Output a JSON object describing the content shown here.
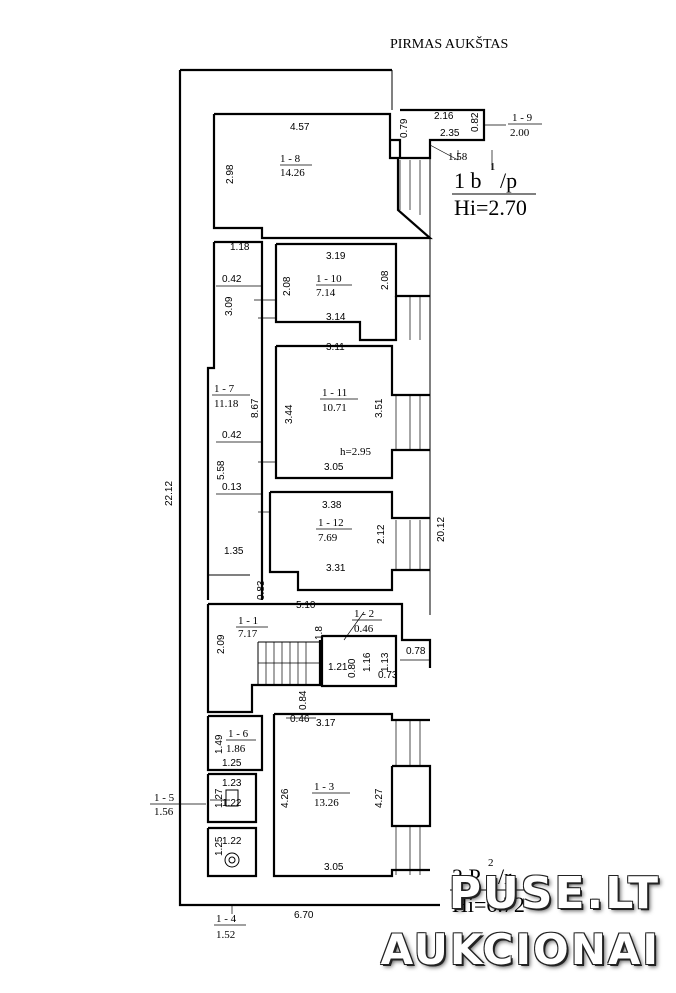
{
  "title": "PIRMAS AUKŠTAS",
  "rooms": [
    {
      "id": "1 - 8",
      "area": "14.26"
    },
    {
      "id": "1 - 9",
      "area": "2.00"
    },
    {
      "id": "1 - 10",
      "area": "7.14"
    },
    {
      "id": "1 - 7",
      "area": "11.18"
    },
    {
      "id": "1 - 11",
      "area": "10.71"
    },
    {
      "id": "1 - 12",
      "area": "7.69"
    },
    {
      "id": "1 - 1",
      "area": "7.17"
    },
    {
      "id": "1 - 2",
      "area": "0.46"
    },
    {
      "id": "1 - 6",
      "area": "1.86"
    },
    {
      "id": "1 - 3",
      "area": "13.26"
    },
    {
      "id": "1 - 5",
      "area": "1.56"
    },
    {
      "id": "1 - 4",
      "area": "1.52"
    }
  ],
  "dimensions": {
    "d457": "4.57",
    "d298": "2.98",
    "d079": "0.79",
    "d216": "2.16",
    "d082": "0.82",
    "d235": "2.35",
    "d158": "1.58",
    "d118": "1.18",
    "d319": "3.19",
    "d042a": "0.42",
    "d208a": "2.08",
    "d208b": "2.08",
    "d309": "3.09",
    "d314": "3.14",
    "d311": "3.11",
    "d344": "3.44",
    "d351": "3.51",
    "d867": "8.67",
    "d042b": "0.42",
    "d558": "5.58",
    "d305a": "3.05",
    "d013": "0.13",
    "d338": "3.38",
    "d212": "2.12",
    "d135": "1.35",
    "d331": "3.31",
    "d083": "0.83",
    "d510": "5.10",
    "d2012": "20.12",
    "d2212": "22.12",
    "d209": "2.09",
    "d018": "1.8",
    "d121": "1.21",
    "d080": "0.80",
    "d116": "1.16",
    "d113": "1.13",
    "d078": "0.78",
    "d073": "0.73",
    "d084": "0.84",
    "d046": "0.46",
    "d317": "3.17",
    "d149": "1.49",
    "d125a": "1.25",
    "d426": "4.26",
    "d427": "4.27",
    "d123": "1.23",
    "d127": "1.27",
    "d122a": "1.22",
    "d122b": "1.22",
    "d125b": "1.25",
    "d305b": "3.05",
    "d670": "6.70"
  },
  "notes": {
    "h_room11": "h=2.95",
    "top_label_a": "1  b",
    "top_label_sup": "1",
    "top_label_b": "/p",
    "top_hi": "Hi=2.70",
    "bottom_label_a": "2  P",
    "bottom_label_sup": "2",
    "bottom_label_b": "/r",
    "bottom_hi": "Hi=6.72"
  },
  "watermark": {
    "line1": "PUSE.LT",
    "line2": "AUKCIONAI"
  }
}
